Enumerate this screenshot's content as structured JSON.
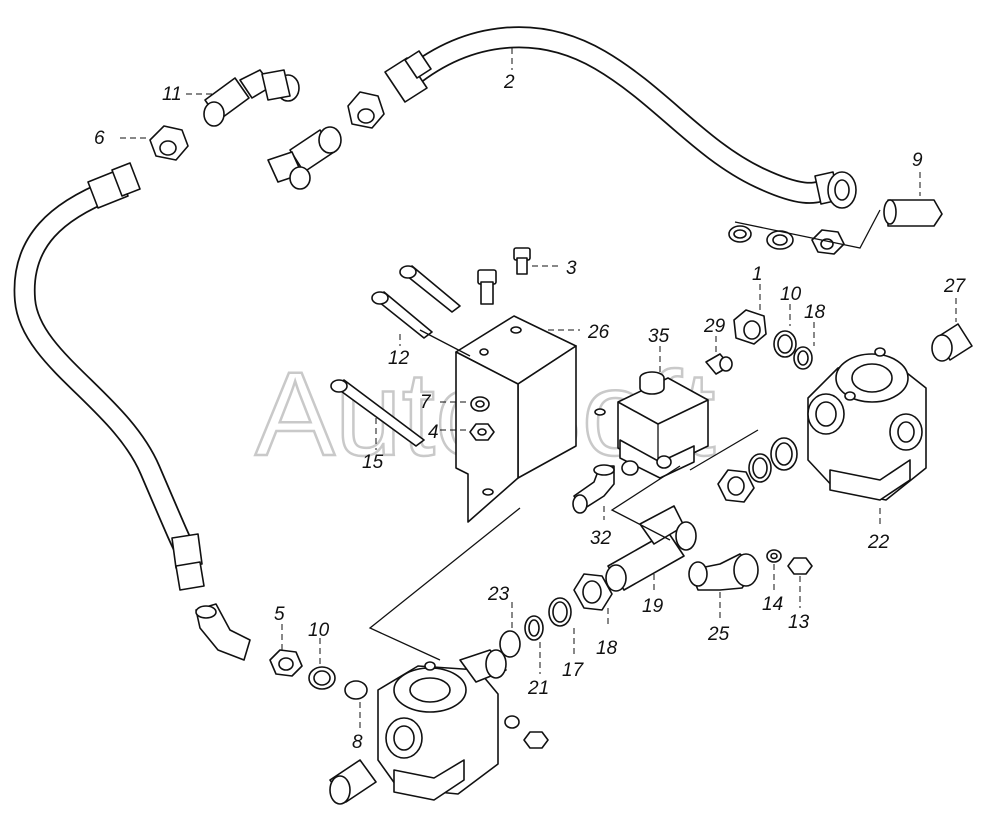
{
  "watermark": "AutoSoft",
  "callouts": [
    {
      "id": "c1",
      "text": "1"
    },
    {
      "id": "c2",
      "text": "2"
    },
    {
      "id": "c3",
      "text": "3"
    },
    {
      "id": "c4",
      "text": "4"
    },
    {
      "id": "c5",
      "text": "5"
    },
    {
      "id": "c6",
      "text": "6"
    },
    {
      "id": "c7",
      "text": "7"
    },
    {
      "id": "c8",
      "text": "8"
    },
    {
      "id": "c9",
      "text": "9"
    },
    {
      "id": "c10a",
      "text": "10"
    },
    {
      "id": "c10b",
      "text": "10"
    },
    {
      "id": "c11",
      "text": "11"
    },
    {
      "id": "c12",
      "text": "12"
    },
    {
      "id": "c13",
      "text": "13"
    },
    {
      "id": "c14",
      "text": "14"
    },
    {
      "id": "c15",
      "text": "15"
    },
    {
      "id": "c17",
      "text": "17"
    },
    {
      "id": "c18a",
      "text": "18"
    },
    {
      "id": "c18b",
      "text": "18"
    },
    {
      "id": "c19",
      "text": "19"
    },
    {
      "id": "c21",
      "text": "21"
    },
    {
      "id": "c22",
      "text": "22"
    },
    {
      "id": "c23",
      "text": "23"
    },
    {
      "id": "c25",
      "text": "25"
    },
    {
      "id": "c26",
      "text": "26"
    },
    {
      "id": "c27",
      "text": "27"
    },
    {
      "id": "c29",
      "text": "29"
    },
    {
      "id": "c32",
      "text": "32"
    },
    {
      "id": "c35",
      "text": "35"
    }
  ]
}
